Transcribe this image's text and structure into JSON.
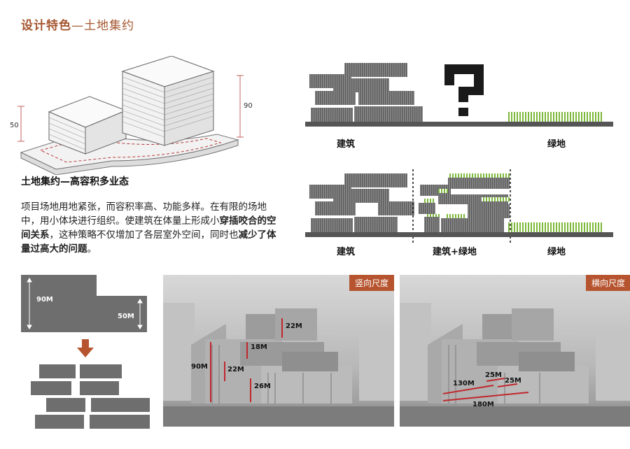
{
  "header": {
    "title_prefix": "设计特色",
    "title_suffix": "—土地集约"
  },
  "iso_model": {
    "dim_low": "50",
    "dim_high": "90"
  },
  "section": {
    "subtitle": "土地集约—高容积多业态",
    "para_1": "项目场地用地紧张，而容积率高、功能多样。在有限的场地中，用小体块进行组织。使建筑在体量上形成小",
    "para_bold_1": "穿插咬合的空间关系",
    "para_2": "，这种策略不仅增加了各层室外空间，同时也",
    "para_bold_2": "减少了体量过高大的问题",
    "para_3": "。"
  },
  "diagram_top": {
    "label_building": "建筑",
    "label_green": "绿地"
  },
  "diagram_bottom": {
    "label_building": "建筑",
    "label_mixed": "建筑+绿地",
    "label_green": "绿地"
  },
  "block_diagram": {
    "dim_tall": "90M",
    "dim_short": "50M"
  },
  "photo_vertical": {
    "tag": "竖向尺度",
    "dims": [
      "22M",
      "18M",
      "90M",
      "22M",
      "26M"
    ]
  },
  "photo_horizontal": {
    "tag": "横向尺度",
    "dims": [
      "25M",
      "25M",
      "130M",
      "180M"
    ]
  },
  "colors": {
    "accent": "#b6542f",
    "title": "#a5562f",
    "green": "#8dc63f",
    "block": "#6e6e6e",
    "dim_red": "#c0282d"
  }
}
